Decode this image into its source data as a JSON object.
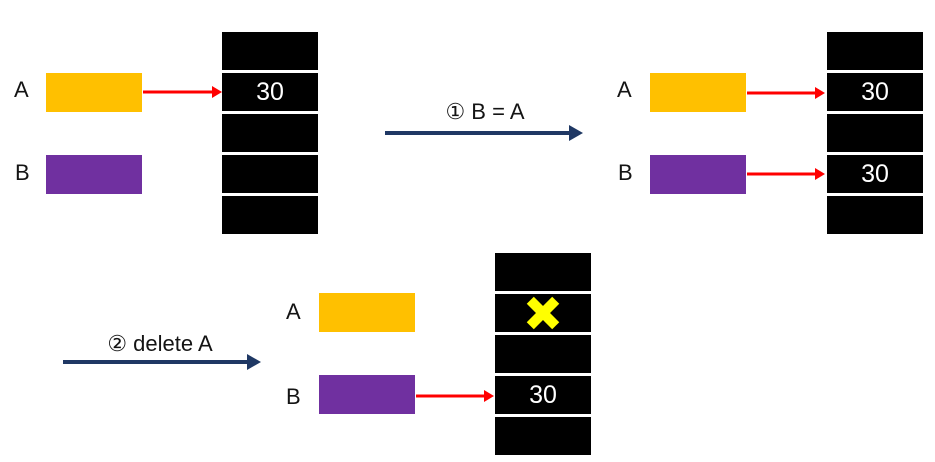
{
  "colors": {
    "variable_a_fill": "#FFC000",
    "variable_b_fill": "#7030A0",
    "memory_cell_fill": "#000000",
    "memory_value_text": "#FFFFFF",
    "pointer_arrow": "#FF0000",
    "step_arrow": "#1F3864",
    "deleted_mark": "#FFFF00"
  },
  "step1": {
    "label": "① B = A"
  },
  "step2": {
    "label": "② delete A"
  },
  "panel1": {
    "var_a_label": "A",
    "var_b_label": "B",
    "cells": [
      "",
      "30",
      "",
      "",
      ""
    ]
  },
  "panel2": {
    "var_a_label": "A",
    "var_b_label": "B",
    "cells": [
      "",
      "30",
      "",
      "30",
      ""
    ]
  },
  "panel3": {
    "var_a_label": "A",
    "var_b_label": "B",
    "cells": [
      "",
      "",
      "",
      "30",
      ""
    ]
  }
}
